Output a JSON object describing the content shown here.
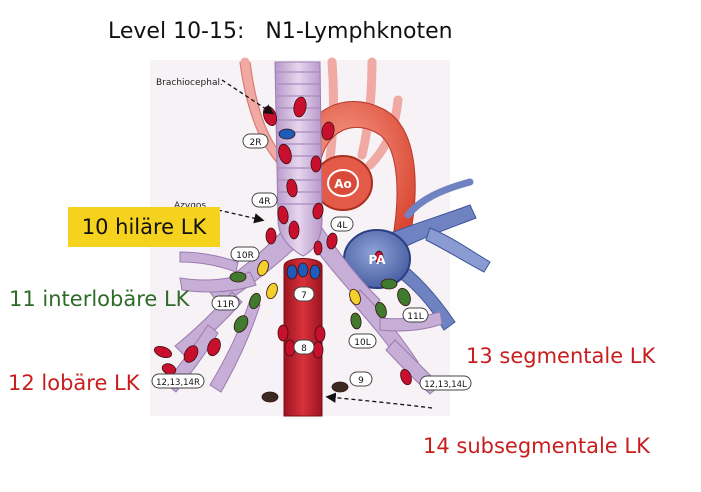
{
  "title": "Level 10-15:   N1-Lymphknoten",
  "labels": {
    "hilar": "10 hiläre LK",
    "interlobar": "11 interlobäre LK",
    "lobar": "12 lobäre LK",
    "segmental": "13 segmentale LK",
    "subsegmental": "14 subsegmentale LK"
  },
  "anatomy": {
    "brachiocephalic": "Brachiocephal.",
    "azygos": "Azygos",
    "aorta": "Ao",
    "pulmonary_artery": "PA"
  },
  "stations": {
    "s2r": "2R",
    "s4r": "4R",
    "s4l": "4L",
    "s7": "7",
    "s8": "8",
    "s9": "9",
    "s10r": "10R",
    "s10l": "10L",
    "s11r": "11R",
    "s11l": "11L",
    "s12r": "12,13,14R",
    "s12l": "12,13,14L"
  },
  "colors": {
    "node_red": "#c8102e",
    "node_green": "#3f7a2e",
    "node_yellow": "#f2d22a",
    "node_blue": "#1f5bb8",
    "node_dark": "#3a2a22",
    "airway": "#c7aed6",
    "aorta": "#e05545",
    "pulmonary_artery": "#5a6fb5",
    "esophagus": "#c41f2c",
    "hilar_label_bg": "#f5d21d",
    "interlobar_text": "#2f6a2a",
    "red_text": "#c81e1e"
  }
}
